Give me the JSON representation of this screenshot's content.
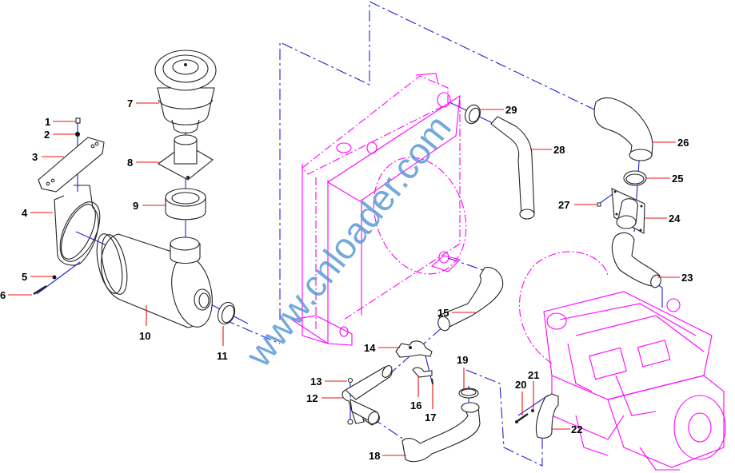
{
  "diagram": {
    "type": "exploded-parts-diagram",
    "watermark": "www.cnloader.com",
    "colors": {
      "parts": "#222222",
      "radiator_engine": "#ff00ff",
      "connector_lines": "#2020dd",
      "leader_lines": "#ee1111",
      "watermark": "#5b9bd5",
      "callouts": "#000000"
    },
    "callouts": [
      {
        "id": "1",
        "part": "bolt"
      },
      {
        "id": "2",
        "part": "washer"
      },
      {
        "id": "3",
        "part": "bracket-plate"
      },
      {
        "id": "4",
        "part": "filter-mounting-band"
      },
      {
        "id": "5",
        "part": "nut"
      },
      {
        "id": "6",
        "part": "bolt"
      },
      {
        "id": "7",
        "part": "precleaner"
      },
      {
        "id": "8",
        "part": "flange-adapter"
      },
      {
        "id": "9",
        "part": "rubber-sleeve"
      },
      {
        "id": "10",
        "part": "air-filter"
      },
      {
        "id": "11",
        "part": "hose-clamp"
      },
      {
        "id": "12",
        "part": "intake-pipe"
      },
      {
        "id": "13",
        "part": "bolt"
      },
      {
        "id": "14",
        "part": "clamp"
      },
      {
        "id": "15",
        "part": "hose"
      },
      {
        "id": "16",
        "part": "clamp"
      },
      {
        "id": "17",
        "part": "bolt"
      },
      {
        "id": "18",
        "part": "hose"
      },
      {
        "id": "19",
        "part": "hose-clamp"
      },
      {
        "id": "20",
        "part": "bolt"
      },
      {
        "id": "21",
        "part": "washer"
      },
      {
        "id": "22",
        "part": "elbow"
      },
      {
        "id": "23",
        "part": "hose"
      },
      {
        "id": "24",
        "part": "flange-elbow"
      },
      {
        "id": "25",
        "part": "hose-clamp"
      },
      {
        "id": "26",
        "part": "hose"
      },
      {
        "id": "27",
        "part": "bolt"
      },
      {
        "id": "28",
        "part": "hose"
      },
      {
        "id": "29",
        "part": "hose-clamp"
      }
    ]
  }
}
